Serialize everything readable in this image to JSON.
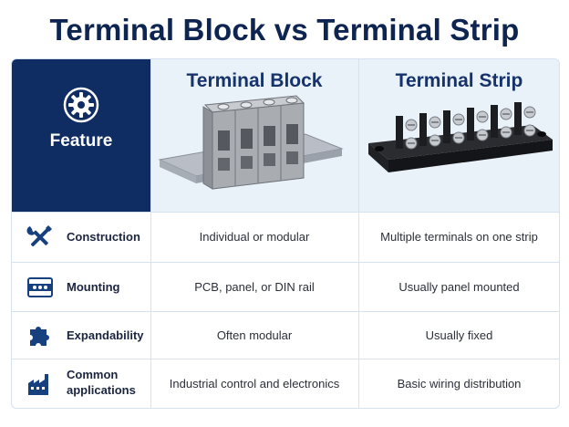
{
  "title": "Terminal Block vs Terminal Strip",
  "header": {
    "feature_label": "Feature",
    "col_a": "Terminal Block",
    "col_b": "Terminal Strip"
  },
  "rows": [
    {
      "feature": "Construction",
      "icon": "tools-icon",
      "a": "Individual or modular",
      "b": "Multiple terminals on one strip"
    },
    {
      "feature": "Mounting",
      "icon": "din-rail-icon",
      "a": "PCB, panel, or DIN rail",
      "b": "Usually panel mounted"
    },
    {
      "feature": "Expandability",
      "icon": "puzzle-icon",
      "a": "Often modular",
      "b": "Usually fixed"
    },
    {
      "feature_line1": "Common",
      "feature_line2": "applications",
      "icon": "factory-icon",
      "a": "Industrial control and electronics",
      "b": "Basic wiring distribution"
    }
  ],
  "colors": {
    "navy": "#0f2d63",
    "icon_blue": "#17407e",
    "header_bg": "#e9f1f9"
  }
}
